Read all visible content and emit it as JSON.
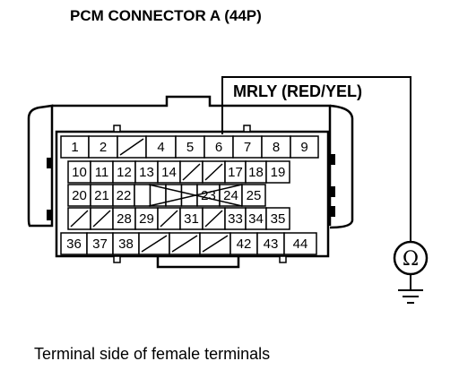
{
  "title": "PCM CONNECTOR A (44P)",
  "wire_label": "MRLY (RED/YEL)",
  "caption": "Terminal side of female terminals",
  "meter_symbol": "Ω",
  "meter_icon": "ohmmeter-icon",
  "ground_icon": "ground-icon",
  "connected_terminal": "6",
  "rows": [
    [
      "1",
      "2",
      "",
      "4",
      "5",
      "6",
      "7",
      "8",
      "9"
    ],
    [
      "10",
      "11",
      "12",
      "13",
      "14",
      "",
      "",
      "17",
      "18",
      "19"
    ],
    [
      "20",
      "21",
      "22",
      "",
      "",
      "",
      "",
      "23",
      "24",
      "25"
    ],
    [
      "",
      "",
      "28",
      "29",
      "",
      "31",
      "",
      "33",
      "34",
      "35"
    ],
    [
      "36",
      "37",
      "38",
      "",
      "",
      "",
      "42",
      "43",
      "44"
    ]
  ]
}
